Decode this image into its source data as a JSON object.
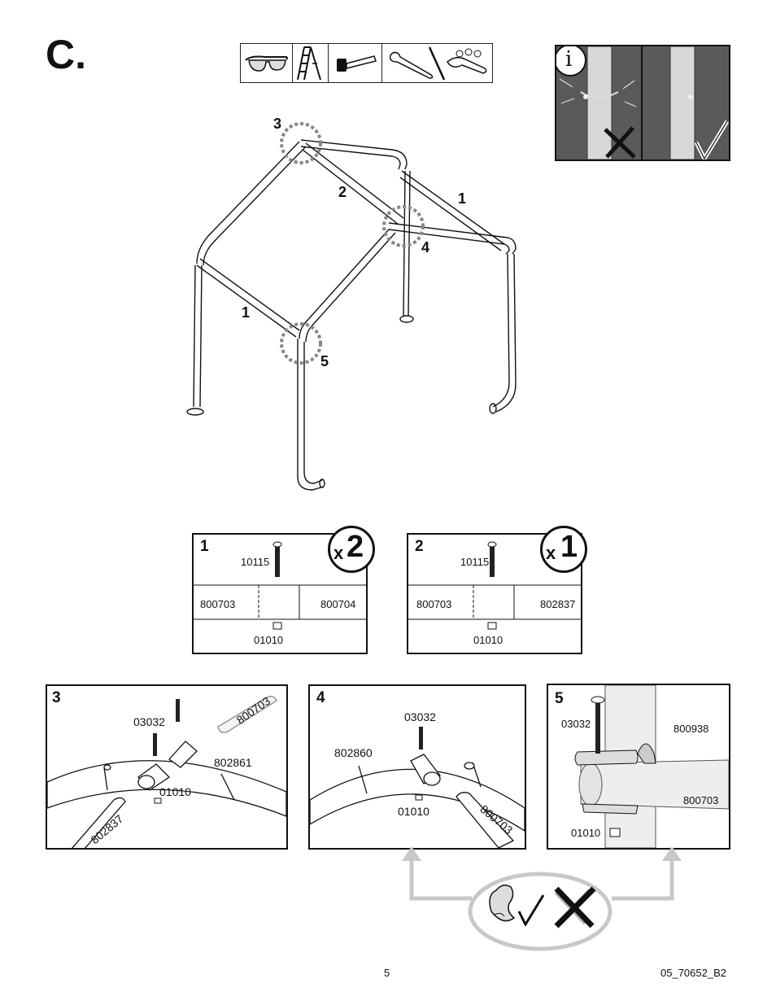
{
  "page": {
    "step_letter": "C.",
    "page_number": "5",
    "doc_code": "05_70652_B2"
  },
  "tools": [
    {
      "icon": "safety-glasses-icon"
    },
    {
      "icon": "step-ladder-icon"
    },
    {
      "icon": "rubber-mallet-icon"
    },
    {
      "icon": "wrench-and-socket-icon"
    }
  ],
  "info": {
    "icon": "info-icon",
    "bad_example": "cross-mark-icon",
    "good_example": "check-mark-icon"
  },
  "frame_callouts": {
    "c3": "3",
    "c4": "4",
    "c5": "5",
    "tube2": "2",
    "tube1_top": "1",
    "tube1_left": "1"
  },
  "detail_1": {
    "number": "1",
    "multiplier_x": "x",
    "multiplier_n": "2",
    "bolt": "10115",
    "left_part": "800703",
    "right_part": "800704",
    "nut": "01010"
  },
  "detail_2": {
    "number": "2",
    "multiplier_x": "x",
    "multiplier_n": "1",
    "bolt": "10115",
    "left_part": "800703",
    "right_part": "802837",
    "nut": "01010"
  },
  "detail_3": {
    "number": "3",
    "bolt": "03032",
    "pole": "800703",
    "corner": "802861",
    "nut": "01010",
    "lower_pole": "802837"
  },
  "detail_4": {
    "number": "4",
    "bolt": "03032",
    "corner": "802860",
    "nut": "01010",
    "lower_pole": "800703"
  },
  "detail_5": {
    "number": "5",
    "bolt": "03032",
    "clamp": "800938",
    "pole": "800703",
    "nut": "01010"
  },
  "hand_tighten": {
    "hand_icon": "hand-tighten-icon",
    "check": "check-mark-icon",
    "no_tools": "no-tools-icon"
  }
}
